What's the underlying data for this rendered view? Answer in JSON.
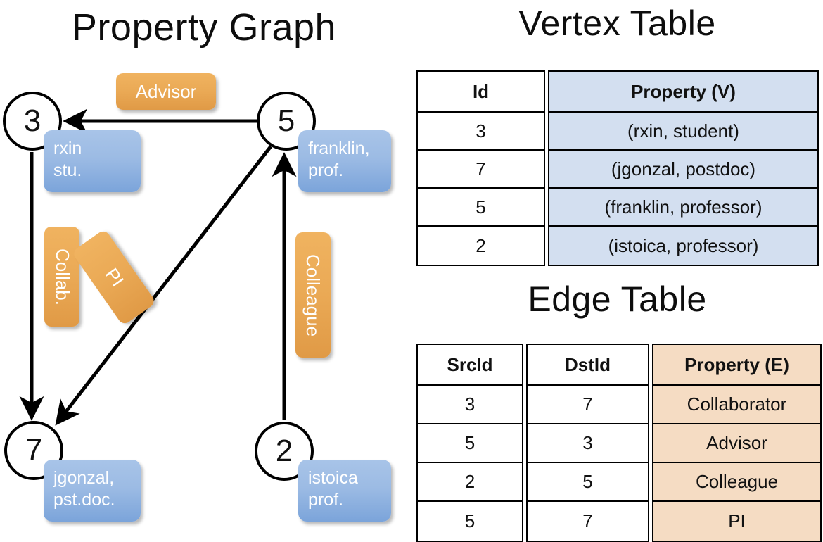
{
  "titles": {
    "graph": "Property Graph",
    "vertex_table": "Vertex Table",
    "edge_table": "Edge Table"
  },
  "colors": {
    "vertex_property_fill": "#d3dff0",
    "edge_property_fill": "#f5dcc3",
    "node_box_blue": "#9cbbe4",
    "edge_label_orange": "#eaa955",
    "stroke": "#000000",
    "background": "#ffffff"
  },
  "graph": {
    "vertices": [
      {
        "id": "3",
        "label": "rxin\nstu."
      },
      {
        "id": "5",
        "label": "franklin,\nprof."
      },
      {
        "id": "7",
        "label": "jgonzal,\npst.doc."
      },
      {
        "id": "2",
        "label": "istoica\nprof."
      }
    ],
    "edge_labels": [
      {
        "name": "advisor",
        "text": "Advisor"
      },
      {
        "name": "collab",
        "text": "Collab."
      },
      {
        "name": "pi",
        "text": "PI"
      },
      {
        "name": "colleague",
        "text": "Colleague"
      }
    ],
    "edges": [
      {
        "src": "5",
        "dst": "3",
        "label": "Advisor"
      },
      {
        "src": "3",
        "dst": "7",
        "label": "Collab."
      },
      {
        "src": "5",
        "dst": "7",
        "label": "PI"
      },
      {
        "src": "2",
        "dst": "5",
        "label": "Colleague"
      }
    ]
  },
  "vertex_table": {
    "headers": [
      "Id",
      "Property (V)"
    ],
    "rows": [
      {
        "id": "3",
        "property": "(rxin, student)"
      },
      {
        "id": "7",
        "property": "(jgonzal, postdoc)"
      },
      {
        "id": "5",
        "property": "(franklin, professor)"
      },
      {
        "id": "2",
        "property": "(istoica, professor)"
      }
    ]
  },
  "edge_table": {
    "headers": [
      "SrcId",
      "DstId",
      "Property (E)"
    ],
    "rows": [
      {
        "src": "3",
        "dst": "7",
        "property": "Collaborator"
      },
      {
        "src": "5",
        "dst": "3",
        "property": "Advisor"
      },
      {
        "src": "2",
        "dst": "5",
        "property": "Colleague"
      },
      {
        "src": "5",
        "dst": "7",
        "property": "PI"
      }
    ]
  }
}
